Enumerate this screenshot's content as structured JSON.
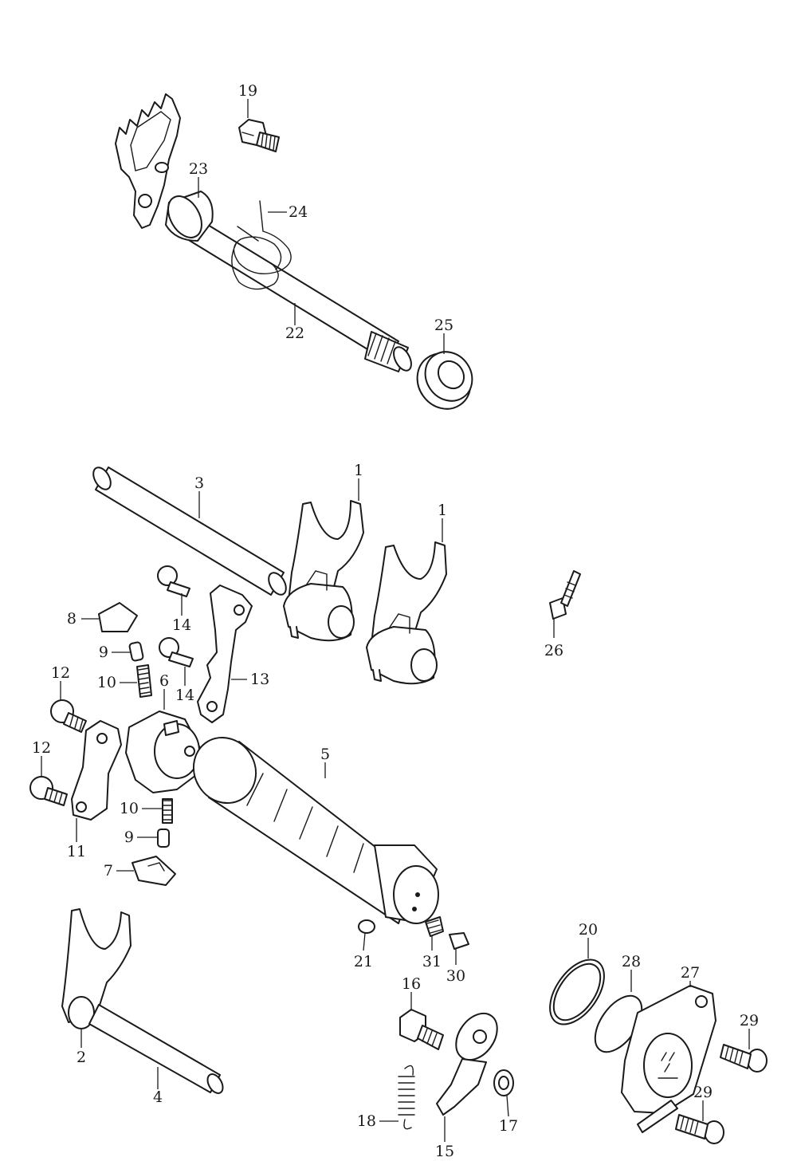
{
  "labels": {
    "l1a": "1",
    "l1b": "1",
    "l2": "2",
    "l3": "3",
    "l4": "4",
    "l5": "5",
    "l6": "6",
    "l7": "7",
    "l8": "8",
    "l9a": "9",
    "l9b": "9",
    "l10a": "10",
    "l10b": "10",
    "l11": "11",
    "l12a": "12",
    "l12b": "12",
    "l13": "13",
    "l14a": "14",
    "l14b": "14",
    "l15": "15",
    "l16": "16",
    "l17": "17",
    "l18": "18",
    "l19": "19",
    "l20": "20",
    "l21": "21",
    "l22": "22",
    "l23": "23",
    "l24": "24",
    "l25": "25",
    "l26": "26",
    "l27": "27",
    "l28": "28",
    "l29a": "29",
    "l29b": "29",
    "l30": "30",
    "l31": "31"
  }
}
